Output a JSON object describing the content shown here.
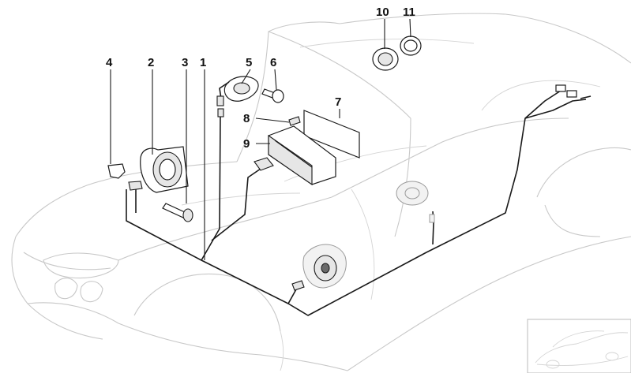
{
  "callouts": [
    {
      "id": "1",
      "label": "1"
    },
    {
      "id": "2",
      "label": "2"
    },
    {
      "id": "3",
      "label": "3"
    },
    {
      "id": "4",
      "label": "4"
    },
    {
      "id": "5",
      "label": "5"
    },
    {
      "id": "6",
      "label": "6"
    },
    {
      "id": "7",
      "label": "7"
    },
    {
      "id": "8",
      "label": "8"
    },
    {
      "id": "9",
      "label": "9"
    },
    {
      "id": "10",
      "label": "10"
    },
    {
      "id": "11",
      "label": "11"
    }
  ],
  "colors": {
    "line": "#1a1a1a",
    "car_outline": "#c8c8c8",
    "background": "#ffffff"
  },
  "icons": [
    "car-outline",
    "speaker",
    "tweeter",
    "screw",
    "connector",
    "speaker-grille",
    "speaker-ring",
    "wiring-harness",
    "amplifier-bracket",
    "car-thumbnail"
  ]
}
